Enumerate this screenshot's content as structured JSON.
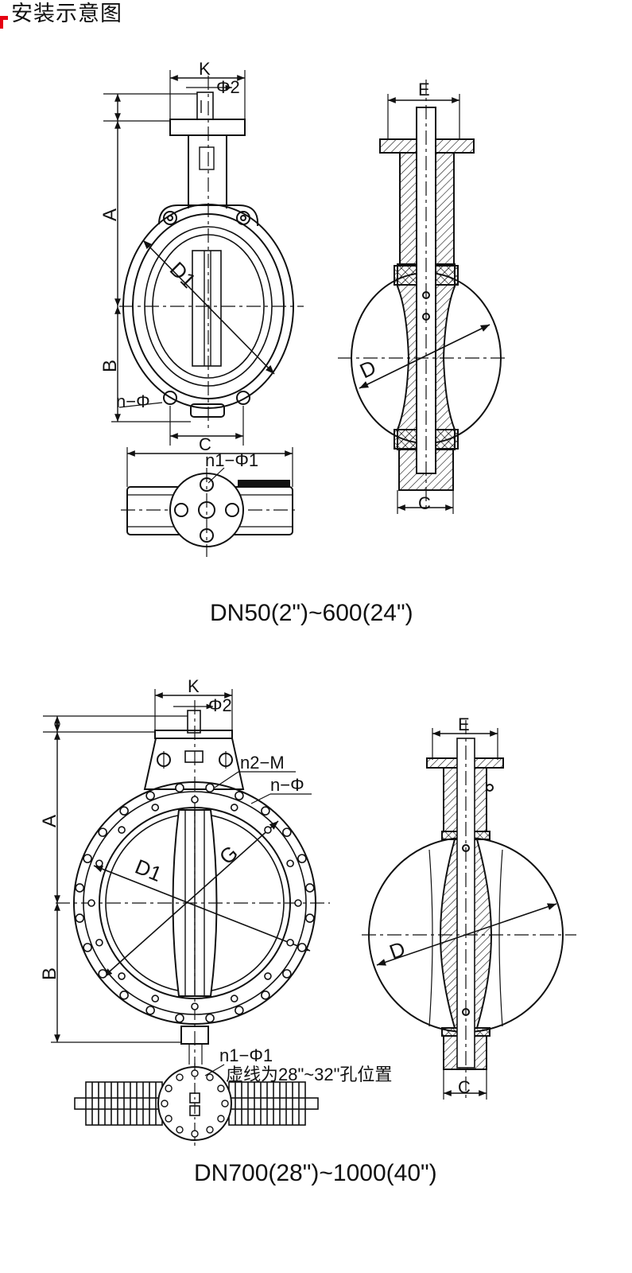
{
  "header": {
    "title": "安装示意图",
    "accent_color": "#e60012"
  },
  "diagram1": {
    "caption": "DN50(2\")~600(24\")",
    "labels": {
      "K": "K",
      "phi2": "Φ2",
      "A": "A",
      "B": "B",
      "D1": "D1",
      "n_phi": "n−Φ",
      "C_front": "C",
      "n1_phi1": "n1−Φ1",
      "E": "E",
      "D": "D",
      "C_side": "C"
    }
  },
  "diagram2": {
    "caption": "DN700(28\")~1000(40\")",
    "labels": {
      "K": "K",
      "phi2": "Φ2",
      "n2_M": "n2−M",
      "n_phi": "n−Φ",
      "A": "A",
      "D1": "D1",
      "G": "G",
      "B": "B",
      "n1_phi1": "n1−Φ1",
      "note": "虚线为28\"~32\"孔位置",
      "E": "E",
      "D": "D",
      "C": "C"
    }
  }
}
